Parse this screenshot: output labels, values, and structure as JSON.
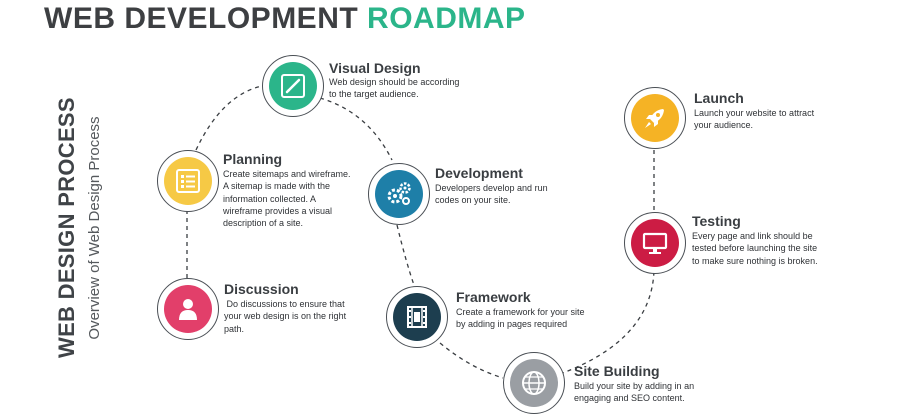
{
  "title": {
    "main": "WEB DEVELOPMENT",
    "accent": "ROADMAP"
  },
  "side": {
    "title": "WEB DESIGN PROCESS",
    "subtitle": "Overview of Web Design Process"
  },
  "colors": {
    "visual_design": "#2bb58a",
    "planning": "#f6c945",
    "development": "#1e7fa8",
    "discussion": "#e23f6a",
    "framework": "#1d3e4f",
    "site_building": "#9a9ea3",
    "testing": "#cc1c44",
    "launch": "#f5b325"
  },
  "steps": {
    "visual_design": {
      "title": "Visual Design",
      "desc": "Web design should be according\nto the target audience.",
      "icon": "pen-tablet-icon"
    },
    "planning": {
      "title": "Planning",
      "desc": "Create sitemaps and wireframe.\nA sitemap is made with the\ninformation collected. A\nwireframe provides a visual\ndescription of a site.",
      "icon": "checklist-icon"
    },
    "development": {
      "title": "Development",
      "desc": "Developers develop and run\ncodes on your site.",
      "icon": "gears-icon"
    },
    "discussion": {
      "title": "Discussion",
      "desc": " Do discussions to ensure that\nyour web design is on the right\npath.",
      "icon": "user-icon"
    },
    "framework": {
      "title": "Framework",
      "desc": "Create a framework for your site\nby adding in pages required",
      "icon": "film-icon"
    },
    "site_building": {
      "title": "Site Building",
      "desc": "Build your site by adding in an\nengaging and SEO content.",
      "icon": "globe-icon"
    },
    "testing": {
      "title": "Testing",
      "desc": "Every page and link should be\ntested before launching the site\nto make sure nothing is broken.",
      "icon": "monitor-icon"
    },
    "launch": {
      "title": "Launch",
      "desc": "Launch your website to attract\nyour audience.",
      "icon": "rocket-icon"
    }
  }
}
